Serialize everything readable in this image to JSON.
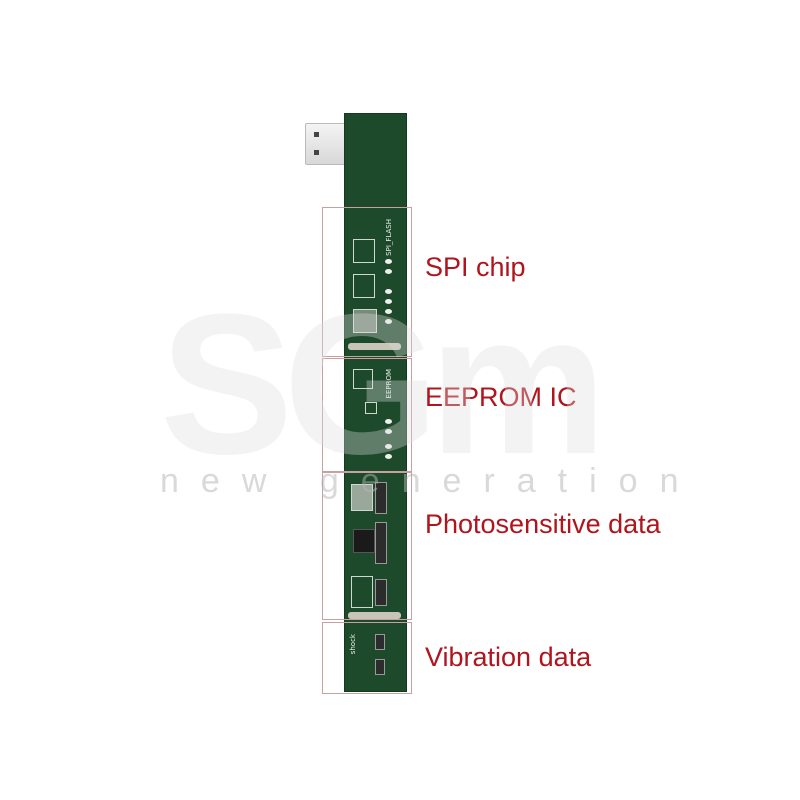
{
  "annotations": [
    {
      "label": "SPI chip"
    },
    {
      "label": "EEPROM IC"
    },
    {
      "label": "Photosensitive data"
    },
    {
      "label": "Vibration data"
    }
  ],
  "board_silkscreen": {
    "spi": "SPI_FLASH",
    "eeprom": "EEPROM",
    "shock": "shock"
  },
  "watermark": {
    "logo": "SGm",
    "tagline": "new generation"
  },
  "colors": {
    "label": "#b0141c",
    "board": "#1d4a2a",
    "box_border": "#c9a0a0"
  }
}
